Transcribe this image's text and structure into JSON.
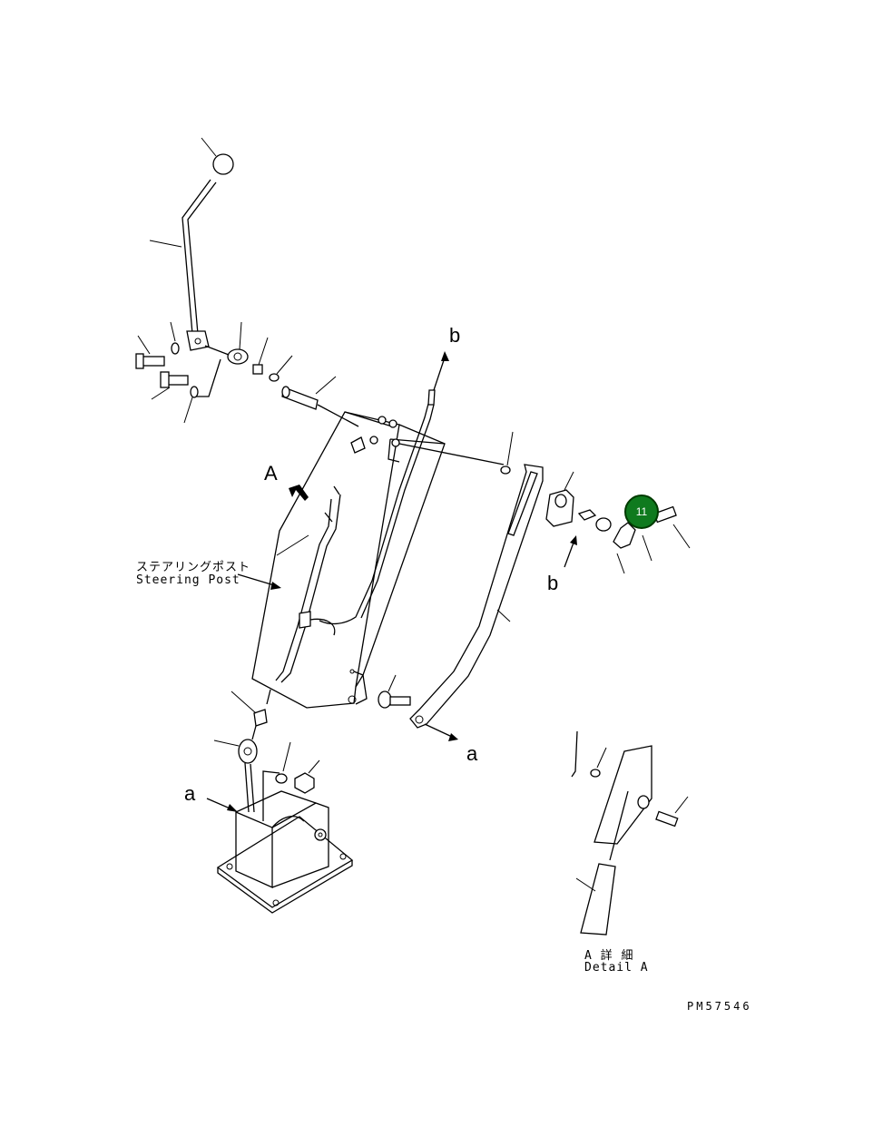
{
  "labels": {
    "view_a": "A",
    "arrow_b_top": "b",
    "arrow_b_side": "b",
    "arrow_a_right": "a",
    "arrow_a_left": "a",
    "steering_post_jp": "ステアリングポスト",
    "steering_post_en": "Steering Post",
    "detail_jp": "A  詳  細",
    "detail_en": "Detail A",
    "drawing_code": "PM57546"
  },
  "callouts": [
    {
      "number": "11",
      "color": "#0f7a1e"
    }
  ]
}
